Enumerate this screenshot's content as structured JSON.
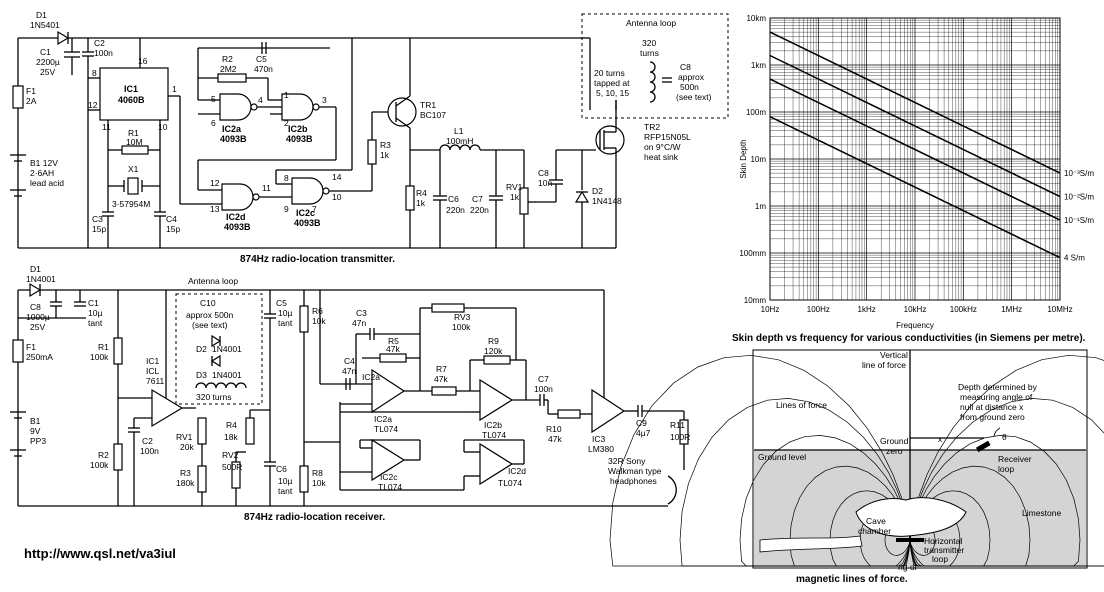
{
  "transmitter": {
    "caption": "874Hz radio-location transmitter.",
    "antenna_title": "Antenna loop",
    "antenna_turns": [
      "320",
      "turns"
    ],
    "antenna_tap": [
      "20 turns",
      "tapped at",
      "5, 10, 15"
    ],
    "c8_note": [
      "C8",
      "approx",
      "500n",
      "(see text)"
    ],
    "components": {
      "d1": [
        "D1",
        "1N5401"
      ],
      "c1": [
        "C1",
        "2200µ",
        "25V"
      ],
      "c2": [
        "C2",
        "100n"
      ],
      "f1": [
        "F1",
        "2A"
      ],
      "b1": [
        "B1 12V",
        "2·6AH",
        "lead acid"
      ],
      "ic1": [
        "IC1",
        "4060B"
      ],
      "r1": [
        "R1",
        "10M"
      ],
      "x1": [
        "X1",
        "3·57954M"
      ],
      "c3": [
        "C3",
        "15p"
      ],
      "c4": [
        "C4",
        "15p"
      ],
      "r2": [
        "R2",
        "2M2"
      ],
      "c5": [
        "C5",
        "470n"
      ],
      "ic2a": [
        "IC2a",
        "4093B"
      ],
      "ic2b": [
        "IC2b",
        "4093B"
      ],
      "ic2c": [
        "IC2c",
        "4093B"
      ],
      "ic2d": [
        "IC2d",
        "4093B"
      ],
      "tr1": [
        "TR1",
        "BC107"
      ],
      "r3": [
        "R3",
        "1k"
      ],
      "l1": [
        "L1",
        "100mH"
      ],
      "r4": [
        "R4",
        "1k"
      ],
      "c6": [
        "C6",
        "220n"
      ],
      "c7": [
        "C7",
        "220n"
      ],
      "rv1": [
        "RV1",
        "1k"
      ],
      "c8b": [
        "C8",
        "10n"
      ],
      "d2": [
        "D2",
        "1N4148"
      ],
      "tr2": [
        "TR2",
        "RFP15N05L",
        "on 9°C/W",
        "heat sink"
      ]
    },
    "pins": [
      "16",
      "8",
      "12",
      "11",
      "10",
      "1",
      "5",
      "6",
      "4",
      "1",
      "2",
      "3",
      "12",
      "13",
      "11",
      "8",
      "9",
      "14",
      "10",
      "7"
    ]
  },
  "receiver": {
    "caption": "874Hz radio-location receiver.",
    "antenna_title": "Antenna loop",
    "antenna_turns": "320 turns",
    "c10_note": [
      "C10",
      "approx 500n",
      "(see text)"
    ],
    "components": {
      "d1": [
        "D1",
        "1N4001"
      ],
      "c8": [
        "C8",
        "1000µ",
        "25V"
      ],
      "c1": [
        "C1",
        "10µ",
        "tant"
      ],
      "f1": [
        "F1",
        "250mA"
      ],
      "b1": [
        "B1",
        "9V",
        "PP3"
      ],
      "r1": [
        "R1",
        "100k"
      ],
      "r2": [
        "R2",
        "100k"
      ],
      "ic1": [
        "IC1",
        "ICL",
        "7611"
      ],
      "c2": [
        "C2",
        "100n"
      ],
      "d2": [
        "D2",
        "1N4001"
      ],
      "d3": [
        "D3",
        "1N4001"
      ],
      "rv1": [
        "RV1",
        "20k"
      ],
      "r3": [
        "R3",
        "180k"
      ],
      "rv2": [
        "RV2",
        "500R"
      ],
      "r4": [
        "R4",
        "18k"
      ],
      "c5": [
        "C5",
        "10µ",
        "tant"
      ],
      "c6": [
        "C6",
        "10µ",
        "tant"
      ],
      "r6": [
        "R6",
        "10k"
      ],
      "r8": [
        "R8",
        "10k"
      ],
      "c3": [
        "C3",
        "47n"
      ],
      "c4": [
        "C4",
        "47n"
      ],
      "r5": [
        "R5",
        "47k"
      ],
      "rv3": [
        "RV3",
        "100k"
      ],
      "r9": [
        "R9",
        "120k"
      ],
      "r7": [
        "R7",
        "47k"
      ],
      "ic2a": [
        "IC2a",
        "TL074"
      ],
      "ic2b": [
        "IC2b",
        "TL074"
      ],
      "ic2c": [
        "IC2c",
        "TL074"
      ],
      "ic2d": [
        "IC2d",
        "TL074"
      ],
      "c7": [
        "C7",
        "100n"
      ],
      "r10": [
        "R10",
        "47k"
      ],
      "ic3": [
        "IC3",
        "LM380"
      ],
      "c9": [
        "C9",
        "4µ7"
      ],
      "r11": [
        "R11",
        "100R"
      ],
      "phones": [
        "32R Sony",
        "Walkman type",
        "headphones"
      ]
    }
  },
  "skin_chart_caption": "Skin depth vs frequency for various conductivities (in Siemens per metre).",
  "chart_data": {
    "type": "line",
    "title": "",
    "xlabel": "Frequency",
    "ylabel": "Skin Depth",
    "x_scale": "log",
    "y_scale": "log",
    "x_ticks": [
      "10Hz",
      "100Hz",
      "1kHz",
      "10kHz",
      "100kHz",
      "1MHz",
      "10MHz"
    ],
    "y_ticks": [
      "10km",
      "1km",
      "100m",
      "10m",
      "1m",
      "100mm",
      "10mm"
    ],
    "xlim_hz": [
      10,
      10000000
    ],
    "ylim_m": [
      0.01,
      10000
    ],
    "grid": true,
    "series": [
      {
        "name": "10⁻³S/m",
        "x_hz": [
          10,
          10000000
        ],
        "y_m": [
          5033,
          5.03
        ]
      },
      {
        "name": "10⁻²S/m",
        "x_hz": [
          10,
          10000000
        ],
        "y_m": [
          1592,
          1.59
        ]
      },
      {
        "name": "10⁻¹S/m",
        "x_hz": [
          10,
          10000000
        ],
        "y_m": [
          503,
          0.503
        ]
      },
      {
        "name": "4 S/m",
        "x_hz": [
          10,
          10000000
        ],
        "y_m": [
          79.6,
          0.0796
        ]
      }
    ]
  },
  "field_diagram": {
    "caption": "magnetic lines of force.",
    "labels": {
      "vertical": [
        "Vertical",
        "line of force"
      ],
      "depth_note": [
        "Depth determined by",
        "measuring angle of",
        "null at distance x",
        "from ground zero"
      ],
      "lines_of_force": "Lines of force",
      "ground_zero": [
        "Ground",
        "zero"
      ],
      "x": "x",
      "theta": "θ",
      "ground_level": "Ground level",
      "receiver_loop": [
        "Receiver",
        "loop"
      ],
      "limestone": "Limestone",
      "cave": [
        "Cave",
        "chamber"
      ],
      "transmitter": [
        "Horizontal",
        "transmitter",
        "loop"
      ],
      "partial": "ng of"
    }
  },
  "url": "http://www.qsl.net/va3iul"
}
